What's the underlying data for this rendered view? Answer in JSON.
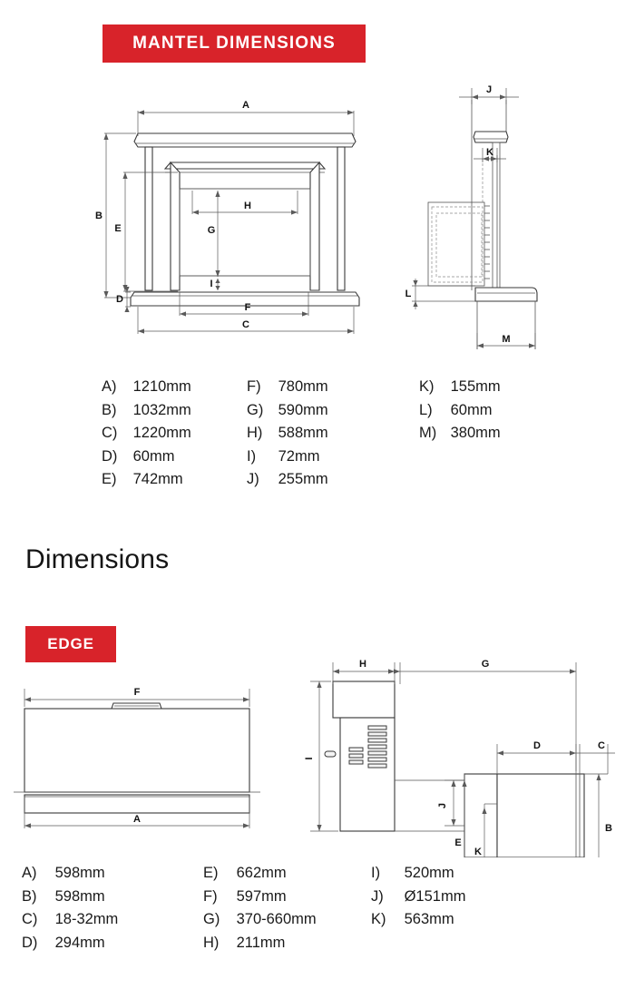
{
  "mantel": {
    "banner_label": "MANTEL DIMENSIONS",
    "front_view_labels": [
      "A",
      "B",
      "C",
      "D",
      "E",
      "F",
      "G",
      "H",
      "I"
    ],
    "side_view_labels": [
      "J",
      "K",
      "L",
      "M"
    ],
    "legend": {
      "col1": [
        {
          "key": "A)",
          "value": "1210mm"
        },
        {
          "key": "B)",
          "value": "1032mm"
        },
        {
          "key": "C)",
          "value": "1220mm"
        },
        {
          "key": "D)",
          "value": "60mm"
        },
        {
          "key": "E)",
          "value": "742mm"
        }
      ],
      "col2": [
        {
          "key": "F)",
          "value": "780mm"
        },
        {
          "key": "G)",
          "value": "590mm"
        },
        {
          "key": "H)",
          "value": "588mm"
        },
        {
          "key": "I)",
          "value": "72mm"
        },
        {
          "key": "J)",
          "value": "255mm"
        }
      ],
      "col3": [
        {
          "key": "K)",
          "value": "155mm"
        },
        {
          "key": "L)",
          "value": "60mm"
        },
        {
          "key": "M)",
          "value": "380mm"
        }
      ]
    }
  },
  "section_heading": "Dimensions",
  "edge": {
    "banner_label": "EDGE",
    "front_view_labels": [
      "F",
      "A"
    ],
    "side_view_labels": [
      "H",
      "G",
      "I",
      "D",
      "C",
      "J",
      "E",
      "K",
      "B"
    ],
    "legend": {
      "col1": [
        {
          "key": "A)",
          "value": "598mm"
        },
        {
          "key": "B)",
          "value": "598mm"
        },
        {
          "key": "C)",
          "value": "18-32mm"
        },
        {
          "key": "D)",
          "value": "294mm"
        }
      ],
      "col2": [
        {
          "key": "E)",
          "value": "662mm"
        },
        {
          "key": "F)",
          "value": "597mm"
        },
        {
          "key": "G)",
          "value": "370-660mm"
        },
        {
          "key": "H)",
          "value": "211mm"
        }
      ],
      "col3": [
        {
          "key": "I)",
          "value": "520mm"
        },
        {
          "key": "J)",
          "value": "Ø151mm"
        },
        {
          "key": "K)",
          "value": "563mm"
        }
      ]
    }
  },
  "colors": {
    "accent_red": "#d8232a",
    "line": "#3a3a3a",
    "background": "#ffffff"
  }
}
